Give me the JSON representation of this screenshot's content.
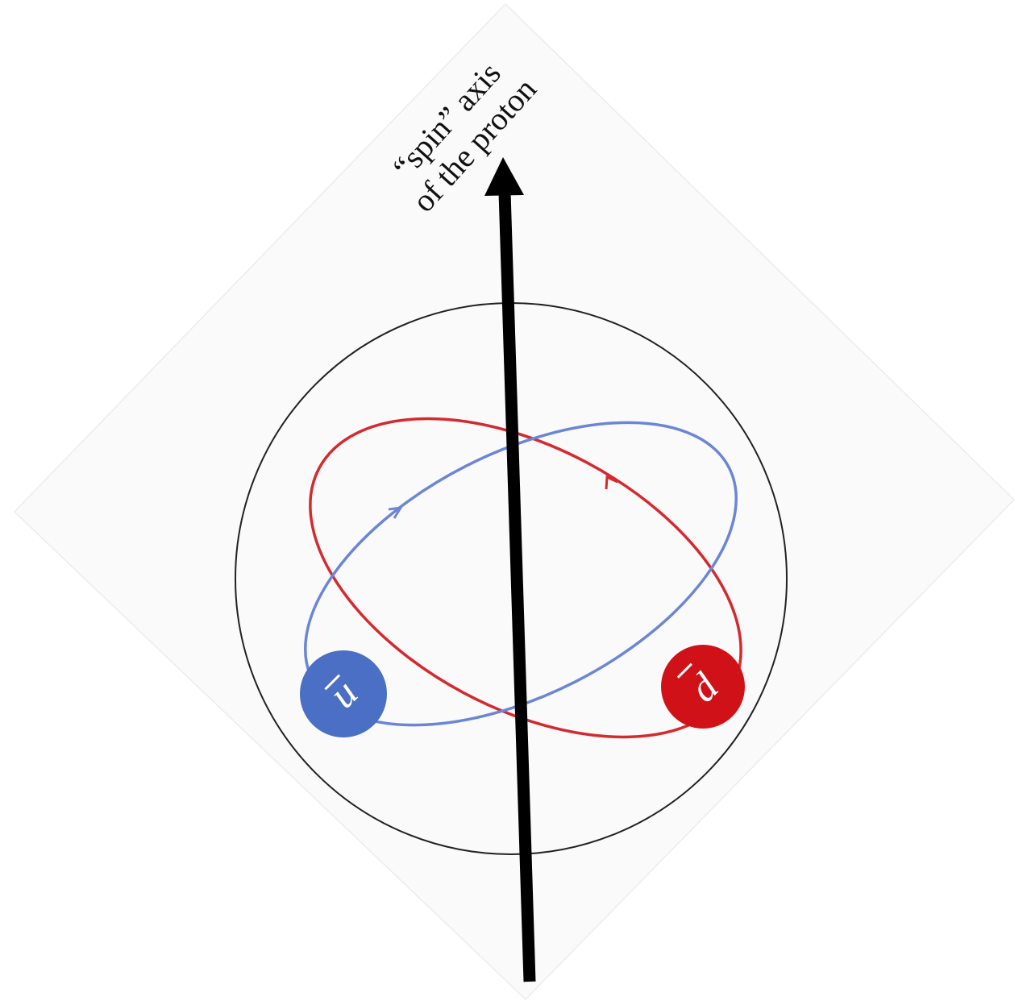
{
  "axis": {
    "label_line1": "“spin” axis",
    "label_line2": "of the proton"
  },
  "quarks": {
    "u_bar": {
      "symbol": "u",
      "color": "#4a6fc4"
    },
    "d_bar": {
      "symbol": "d",
      "color": "#d01218"
    }
  },
  "colors": {
    "background_diamond": "#fafafa",
    "proton_outline": "#222222",
    "blue_orbit": "#6b86d6",
    "red_orbit": "#d42a2f",
    "axis_arrow": "#000000"
  }
}
